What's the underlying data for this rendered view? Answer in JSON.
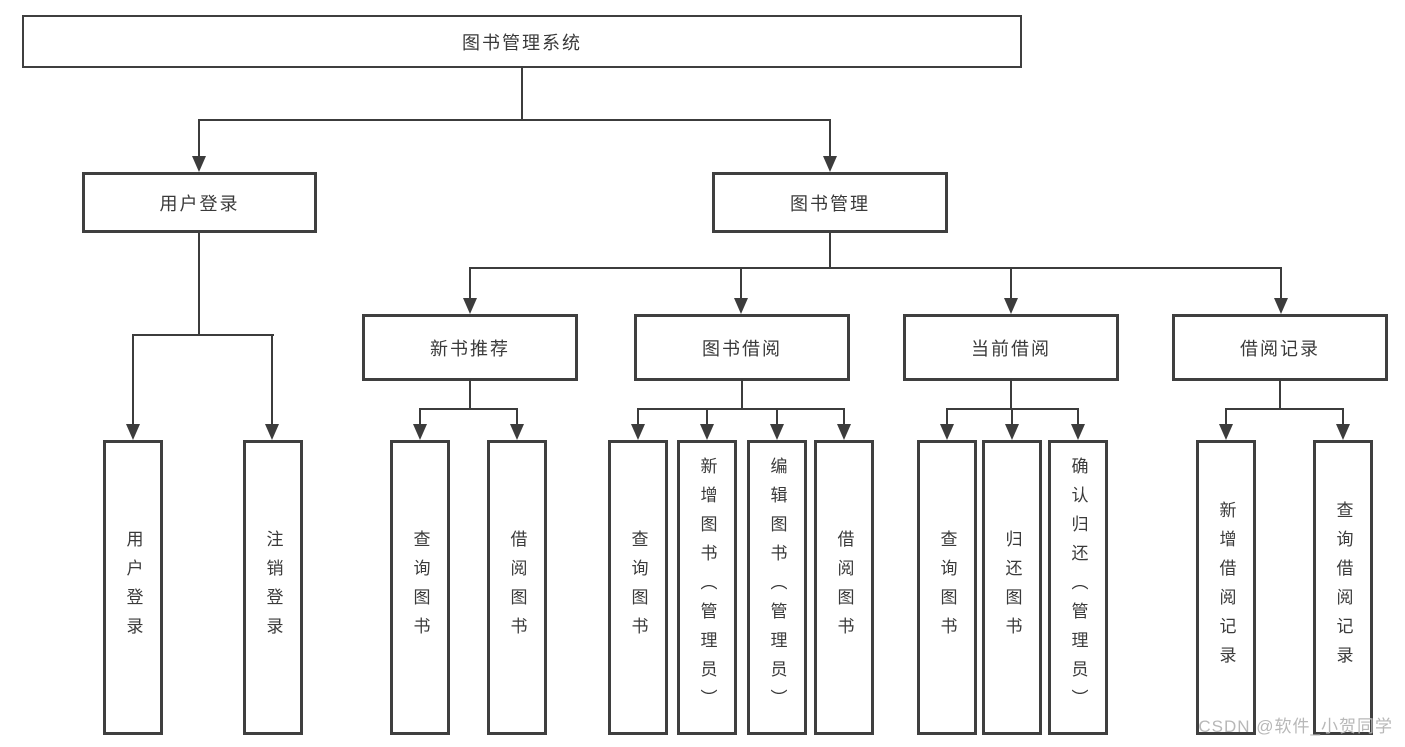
{
  "tree": {
    "label": "图书管理系统",
    "children": [
      {
        "label": "用户登录",
        "children": [
          {
            "label": "用户登录"
          },
          {
            "label": "注销登录"
          }
        ]
      },
      {
        "label": "图书管理",
        "children": [
          {
            "label": "新书推荐",
            "children": [
              {
                "label": "查询图书"
              },
              {
                "label": "借阅图书"
              }
            ]
          },
          {
            "label": "图书借阅",
            "children": [
              {
                "label": "查询图书"
              },
              {
                "label": "新增图书（管理员）"
              },
              {
                "label": "编辑图书（管理员）"
              },
              {
                "label": "借阅图书"
              }
            ]
          },
          {
            "label": "当前借阅",
            "children": [
              {
                "label": "查询图书"
              },
              {
                "label": "归还图书"
              },
              {
                "label": "确认归还（管理员）"
              }
            ]
          },
          {
            "label": "借阅记录",
            "children": [
              {
                "label": "新增借阅记录"
              },
              {
                "label": "查询借阅记录"
              }
            ]
          }
        ]
      }
    ]
  },
  "watermark": "CSDN @软件_小贺同学",
  "colors": {
    "line": "#3c3c3c",
    "box_border": "#3f3f3f",
    "text": "#3a3a3a",
    "watermark": "#b8b8b8",
    "background": "#ffffff"
  }
}
